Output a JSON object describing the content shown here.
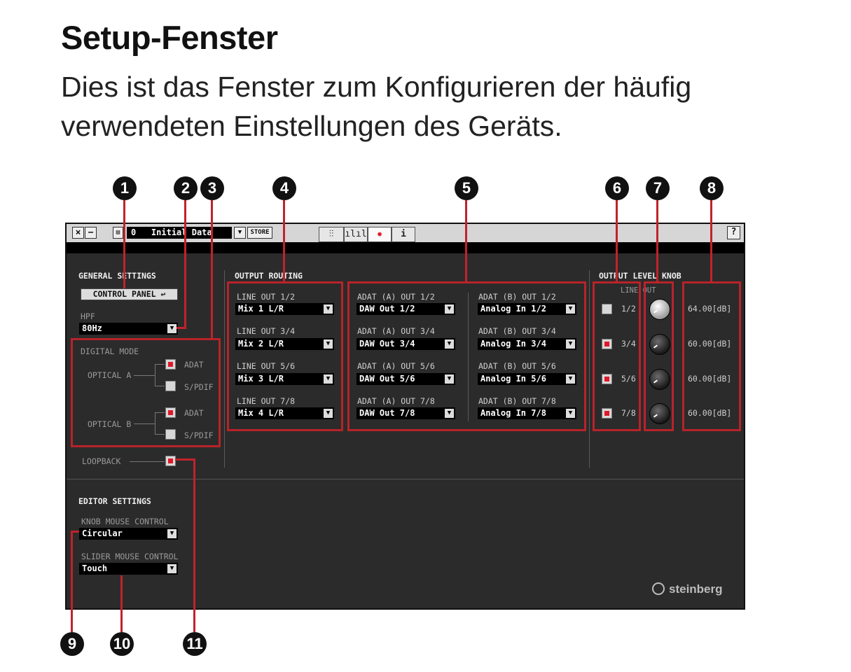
{
  "doc": {
    "title": "Setup-Fenster",
    "description": "Dies ist das Fenster zum Konfigurieren der häufig verwendeten Einstellungen des Geräts."
  },
  "callouts": [
    "1",
    "2",
    "3",
    "4",
    "5",
    "6",
    "7",
    "8",
    "9",
    "10",
    "11"
  ],
  "titlebar": {
    "close": "×",
    "minimize": "−",
    "preset_number": "0",
    "preset_name": "Initial Data",
    "store": "STORE",
    "help": "?"
  },
  "general": {
    "heading": "GENERAL SETTINGS",
    "control_panel": "CONTROL PANEL",
    "hpf_label": "HPF",
    "hpf_value": "80Hz",
    "digital_mode_label": "DIGITAL MODE",
    "optical_a": "OPTICAL A",
    "optical_b": "OPTICAL B",
    "adat": "ADAT",
    "spdif": "S/PDIF",
    "loopback": "LOOPBACK"
  },
  "routing": {
    "heading": "OUTPUT ROUTING",
    "line_out": [
      {
        "label": "LINE OUT 1/2",
        "value": "Mix 1 L/R"
      },
      {
        "label": "LINE OUT 3/4",
        "value": "Mix 2 L/R"
      },
      {
        "label": "LINE OUT 5/6",
        "value": "Mix 3 L/R"
      },
      {
        "label": "LINE OUT 7/8",
        "value": "Mix 4 L/R"
      }
    ],
    "adat_a": [
      {
        "label": "ADAT (A) OUT 1/2",
        "value": "DAW Out 1/2"
      },
      {
        "label": "ADAT (A) OUT 3/4",
        "value": "DAW Out 3/4"
      },
      {
        "label": "ADAT (A) OUT 5/6",
        "value": "DAW Out 5/6"
      },
      {
        "label": "ADAT (A) OUT 7/8",
        "value": "DAW Out 7/8"
      }
    ],
    "adat_b": [
      {
        "label": "ADAT (B) OUT 1/2",
        "value": "Analog In 1/2"
      },
      {
        "label": "ADAT (B) OUT 3/4",
        "value": "Analog In 3/4"
      },
      {
        "label": "ADAT (B) OUT 5/6",
        "value": "Analog In 5/6"
      },
      {
        "label": "ADAT (B) OUT 7/8",
        "value": "Analog In 7/8"
      }
    ]
  },
  "level_knob": {
    "heading": "OUTPUT LEVEL KNOB",
    "sub": "LINE OUT",
    "rows": [
      {
        "ch": "1/2",
        "db": "64.00[dB]"
      },
      {
        "ch": "3/4",
        "db": "60.00[dB]"
      },
      {
        "ch": "5/6",
        "db": "60.00[dB]"
      },
      {
        "ch": "7/8",
        "db": "60.00[dB]"
      }
    ]
  },
  "editor": {
    "heading": "EDITOR SETTINGS",
    "knob_label": "KNOB MOUSE CONTROL",
    "knob_value": "Circular",
    "slider_label": "SLIDER MOUSE CONTROL",
    "slider_value": "Touch"
  },
  "brand": "steinberg",
  "colors": {
    "accent": "#e0182a",
    "callout_line": "#c0232b",
    "panel": "#2b2b2b"
  }
}
